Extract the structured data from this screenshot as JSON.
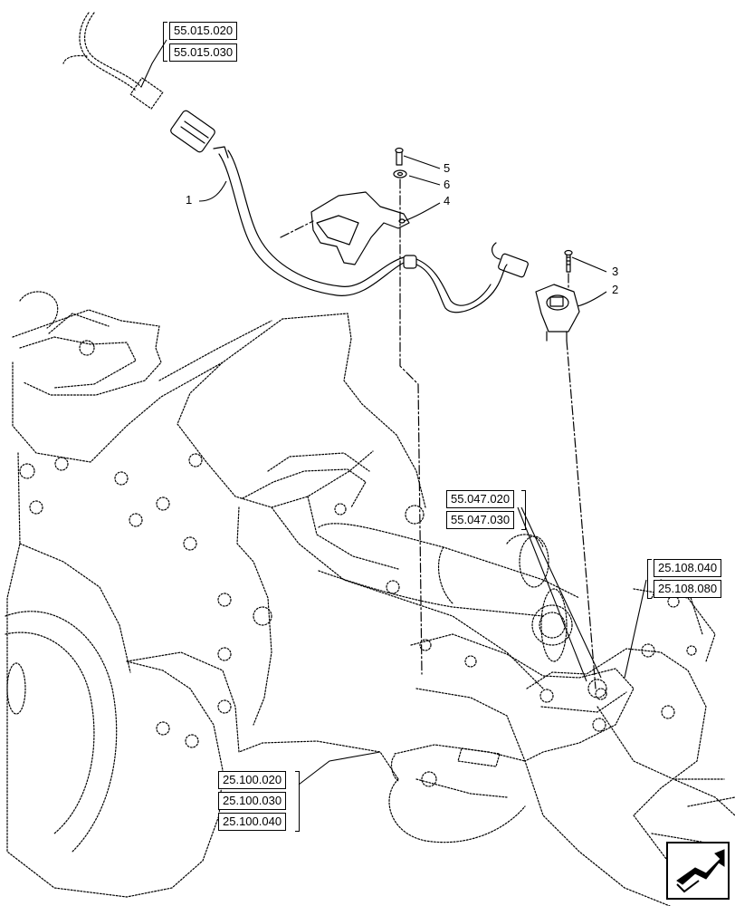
{
  "references": {
    "top_left": [
      "55.015.020",
      "55.015.030"
    ],
    "middle": [
      "55.047.020",
      "55.047.030"
    ],
    "right": [
      "25.108.040",
      "25.108.080"
    ],
    "bottom": [
      "25.100.020",
      "25.100.030",
      "25.100.040"
    ]
  },
  "callouts": [
    "1",
    "2",
    "3",
    "4",
    "5",
    "6"
  ],
  "icons": {
    "navigation": "next-page-arrow-icon"
  }
}
